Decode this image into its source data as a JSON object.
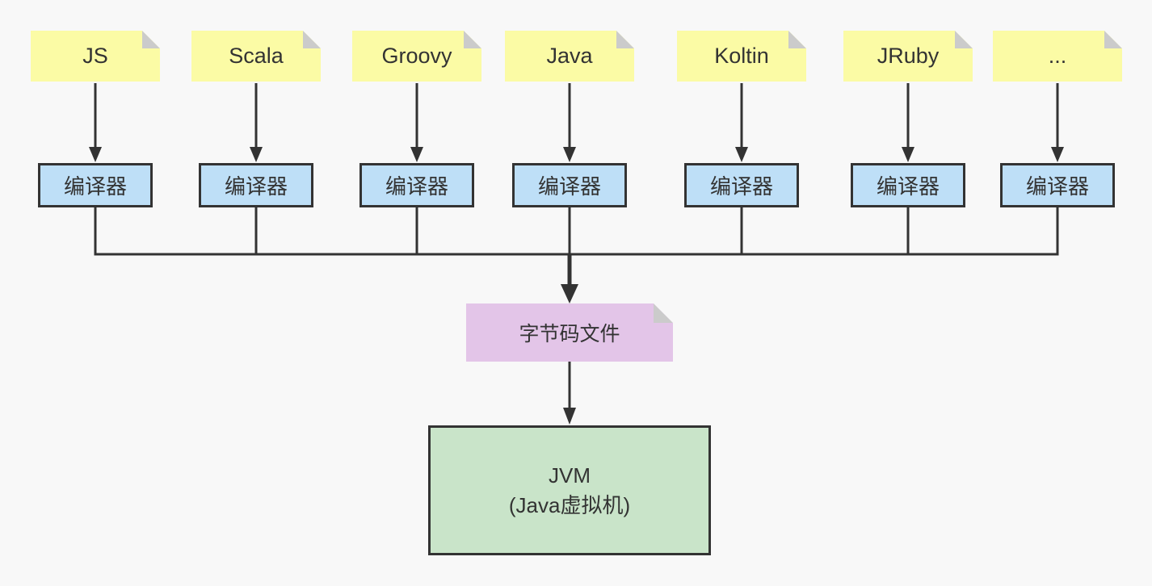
{
  "diagram": {
    "languages": [
      {
        "label": "JS"
      },
      {
        "label": "Scala"
      },
      {
        "label": "Groovy"
      },
      {
        "label": "Java"
      },
      {
        "label": "Koltin"
      },
      {
        "label": "JRuby"
      },
      {
        "label": "..."
      }
    ],
    "compiler_label": "编译器",
    "bytecode_label": "字节码文件",
    "jvm_label_line1": "JVM",
    "jvm_label_line2": "(Java虚拟机)"
  },
  "colors": {
    "background": "#f8f8f8",
    "language_note_fill": "#fbfba5",
    "note_fold": "#cbcbcb",
    "compiler_fill": "#bedff7",
    "bytecode_fill": "#e3c5e8",
    "jvm_fill": "#c9e4c9",
    "stroke": "#333333",
    "text": "#333333"
  }
}
